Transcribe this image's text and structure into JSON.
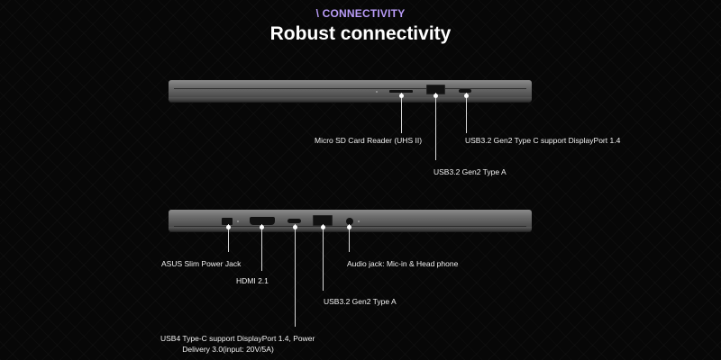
{
  "header": {
    "kicker": "\\ CONNECTIVITY",
    "title": "Robust connectivity"
  },
  "top_view": {
    "ports": [
      {
        "id": "micro-sd",
        "label": "Micro SD Card Reader (UHS II)"
      },
      {
        "id": "usb-a",
        "label": "USB3.2 Gen2 Type A"
      },
      {
        "id": "usb-c",
        "label": "USB3.2 Gen2 Type C support DisplayPort 1.4"
      }
    ]
  },
  "left_view": {
    "ports": [
      {
        "id": "power",
        "label": "ASUS Slim Power Jack"
      },
      {
        "id": "hdmi",
        "label": "HDMI 2.1"
      },
      {
        "id": "usb4",
        "label": "USB4 Type-C support DisplayPort 1.4, Power Delivery 3.0(input: 20V/5A)",
        "label_line1": "USB4 Type-C support DisplayPort 1.4, Power",
        "label_line2": "Delivery 3.0(input: 20V/5A)"
      },
      {
        "id": "usb-a",
        "label": "USB3.2 Gen2 Type A"
      },
      {
        "id": "audio",
        "label": "Audio jack: Mic-in & Head phone"
      }
    ]
  },
  "colors": {
    "accent": "#b99cf7",
    "background": "#070707",
    "chassis": "#6e6e6e"
  }
}
